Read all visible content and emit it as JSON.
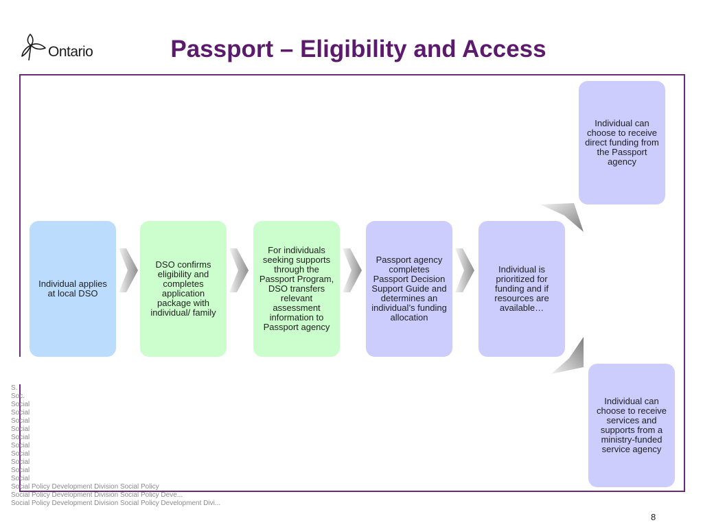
{
  "header": {
    "logo_text": "Ontario",
    "title": "Passport – Eligibility and Access"
  },
  "background_text": [
    "S.",
    "Soc.",
    "Social",
    "Social",
    "Social",
    "Social",
    "Social",
    "Social",
    "Social",
    "Social",
    "Social",
    "Social",
    "Social Policy Development Division Social Policy",
    "Social Policy Development Division Social Policy Deve...",
    "Social Policy Development Division Social Policy Development Divi..."
  ],
  "diagram": {
    "steps": [
      {
        "id": "apply",
        "text": "Individual applies at local DSO",
        "color": "#bcdcfd"
      },
      {
        "id": "confirm",
        "text": "DSO confirms eligibility and completes application package with individual/ family",
        "color": "#ccfdcc"
      },
      {
        "id": "transfer",
        "text": "For individuals seeking supports through the Passport Program, DSO transfers relevant assessment information to Passport agency",
        "color": "#ccfdcc"
      },
      {
        "id": "decision",
        "text": "Passport agency completes Passport Decision Support Guide and determines an individual’s funding allocation",
        "color": "#cccdfd"
      },
      {
        "id": "prioritize",
        "text": "Individual is prioritized for funding and if resources are available…",
        "color": "#cccdfd"
      },
      {
        "id": "direct_funding",
        "text": "Individual can choose to receive direct funding from the Passport agency",
        "color": "#cccdfd"
      },
      {
        "id": "ministry_agency",
        "text": "Individual can choose to receive services and supports from a ministry-funded service agency",
        "color": "#cccdfd"
      }
    ]
  },
  "footer": {
    "page_number": "8"
  }
}
